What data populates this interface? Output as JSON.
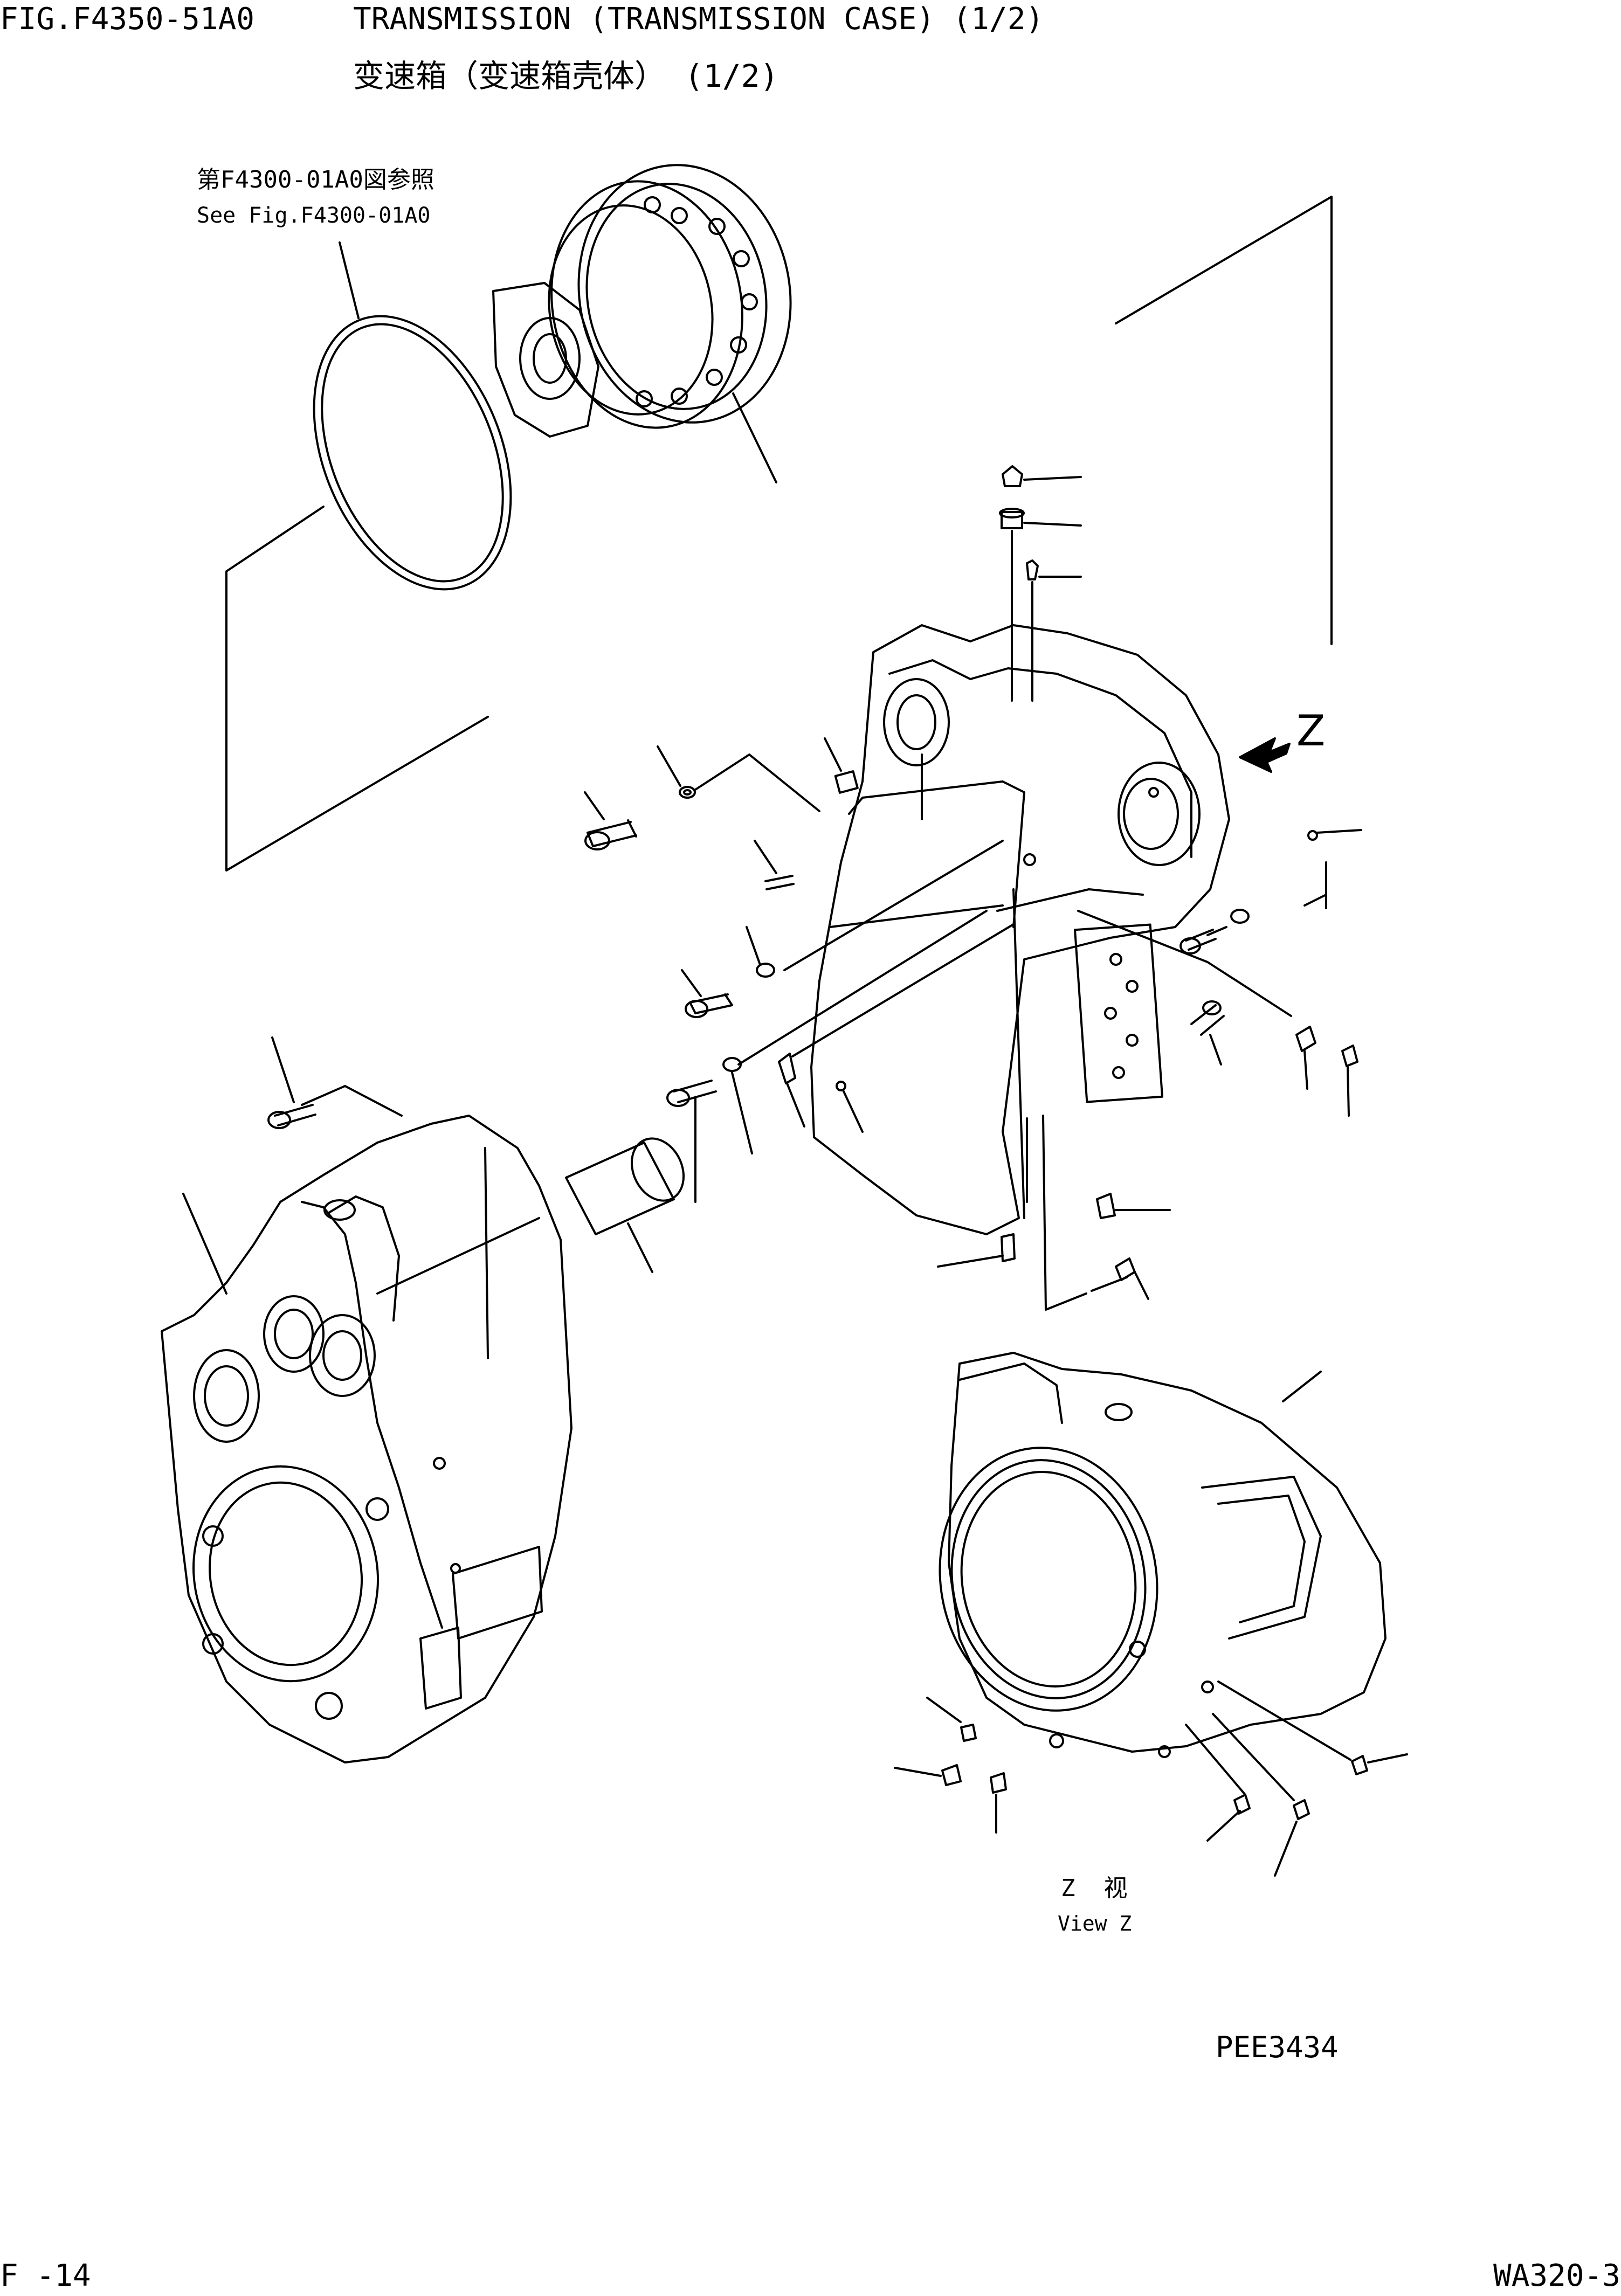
{
  "header": {
    "fig_no": "FIG.F4350-51A0",
    "title_en": "TRANSMISSION (TRANSMISSION CASE) (1/2)",
    "title_cn": "变速箱（变速箱壳体） (1/2)"
  },
  "reference": {
    "cn": "第F4300-01A0図参照",
    "en": "See Fig.F4300-01A0"
  },
  "view_arrow_label": "Z",
  "view_caption": {
    "cn": "Z  视",
    "en": "View Z"
  },
  "drawing_code": "PEE3434",
  "footer": {
    "page": "F -14",
    "model": "WA320-3"
  },
  "colors": {
    "ink": "#000000",
    "paper": "#ffffff"
  }
}
